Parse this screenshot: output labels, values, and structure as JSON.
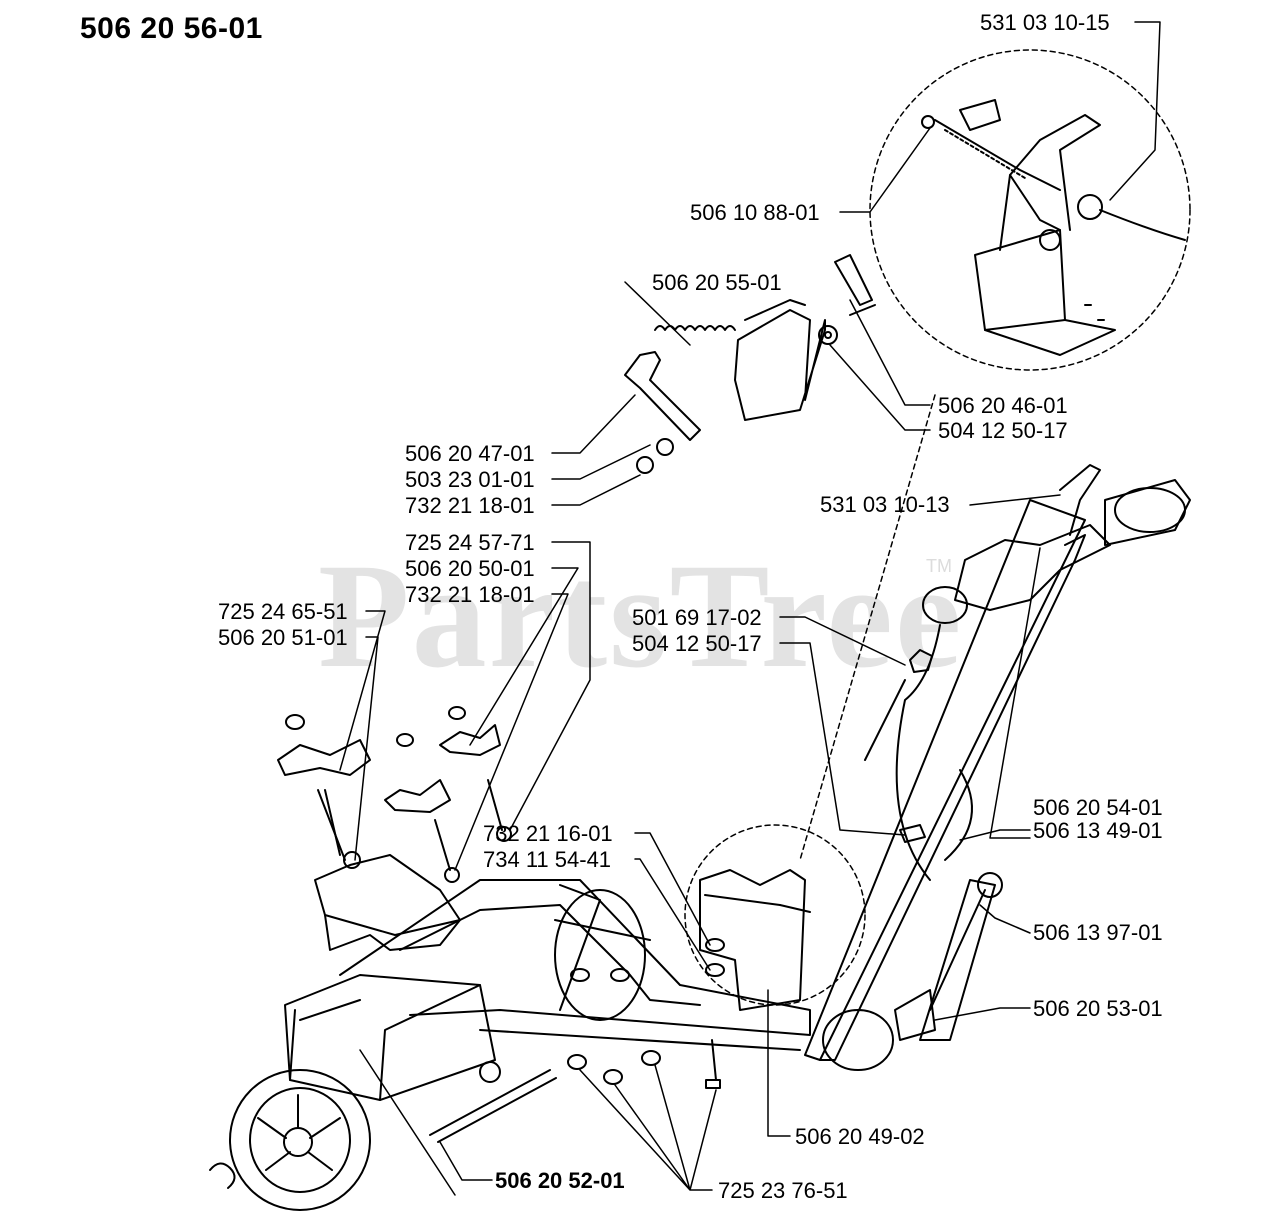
{
  "diagram": {
    "assembly_number": "506 20 56-01",
    "watermark": "PartsTree",
    "trademark": "TM",
    "part_labels": [
      {
        "id": "p1",
        "text": "531 03 10-15",
        "bold": false
      },
      {
        "id": "p2",
        "text": "506 10 88-01",
        "bold": false
      },
      {
        "id": "p3",
        "text": "506 20 55-01",
        "bold": false
      },
      {
        "id": "p4",
        "text": "506 20 46-01",
        "bold": false
      },
      {
        "id": "p5",
        "text": "504 12 50-17",
        "bold": false
      },
      {
        "id": "p6",
        "text": "506 20 47-01",
        "bold": false
      },
      {
        "id": "p7",
        "text": "503 23 01-01",
        "bold": false
      },
      {
        "id": "p8",
        "text": "732 21 18-01",
        "bold": false
      },
      {
        "id": "p9",
        "text": "531 03 10-13",
        "bold": false
      },
      {
        "id": "p10",
        "text": "725 24 57-71",
        "bold": false
      },
      {
        "id": "p11",
        "text": "506 20 50-01",
        "bold": false
      },
      {
        "id": "p12",
        "text": "732 21 18-01",
        "bold": false
      },
      {
        "id": "p13",
        "text": "725 24 65-51",
        "bold": false
      },
      {
        "id": "p14",
        "text": "506 20 51-01",
        "bold": false
      },
      {
        "id": "p15",
        "text": "501 69 17-02",
        "bold": false
      },
      {
        "id": "p16",
        "text": "504 12 50-17",
        "bold": false
      },
      {
        "id": "p17",
        "text": "506 20 54-01",
        "bold": false
      },
      {
        "id": "p18",
        "text": "506 13 49-01",
        "bold": false
      },
      {
        "id": "p19",
        "text": "732 21 16-01",
        "bold": false
      },
      {
        "id": "p20",
        "text": "734 11 54-41",
        "bold": false
      },
      {
        "id": "p21",
        "text": "506 13 97-01",
        "bold": false
      },
      {
        "id": "p22",
        "text": "506 20 53-01",
        "bold": false
      },
      {
        "id": "p23",
        "text": "506 20 49-02",
        "bold": false
      },
      {
        "id": "p24",
        "text": "506 20 52-01",
        "bold": true
      },
      {
        "id": "p25",
        "text": "725 23 76-51",
        "bold": false
      }
    ]
  }
}
